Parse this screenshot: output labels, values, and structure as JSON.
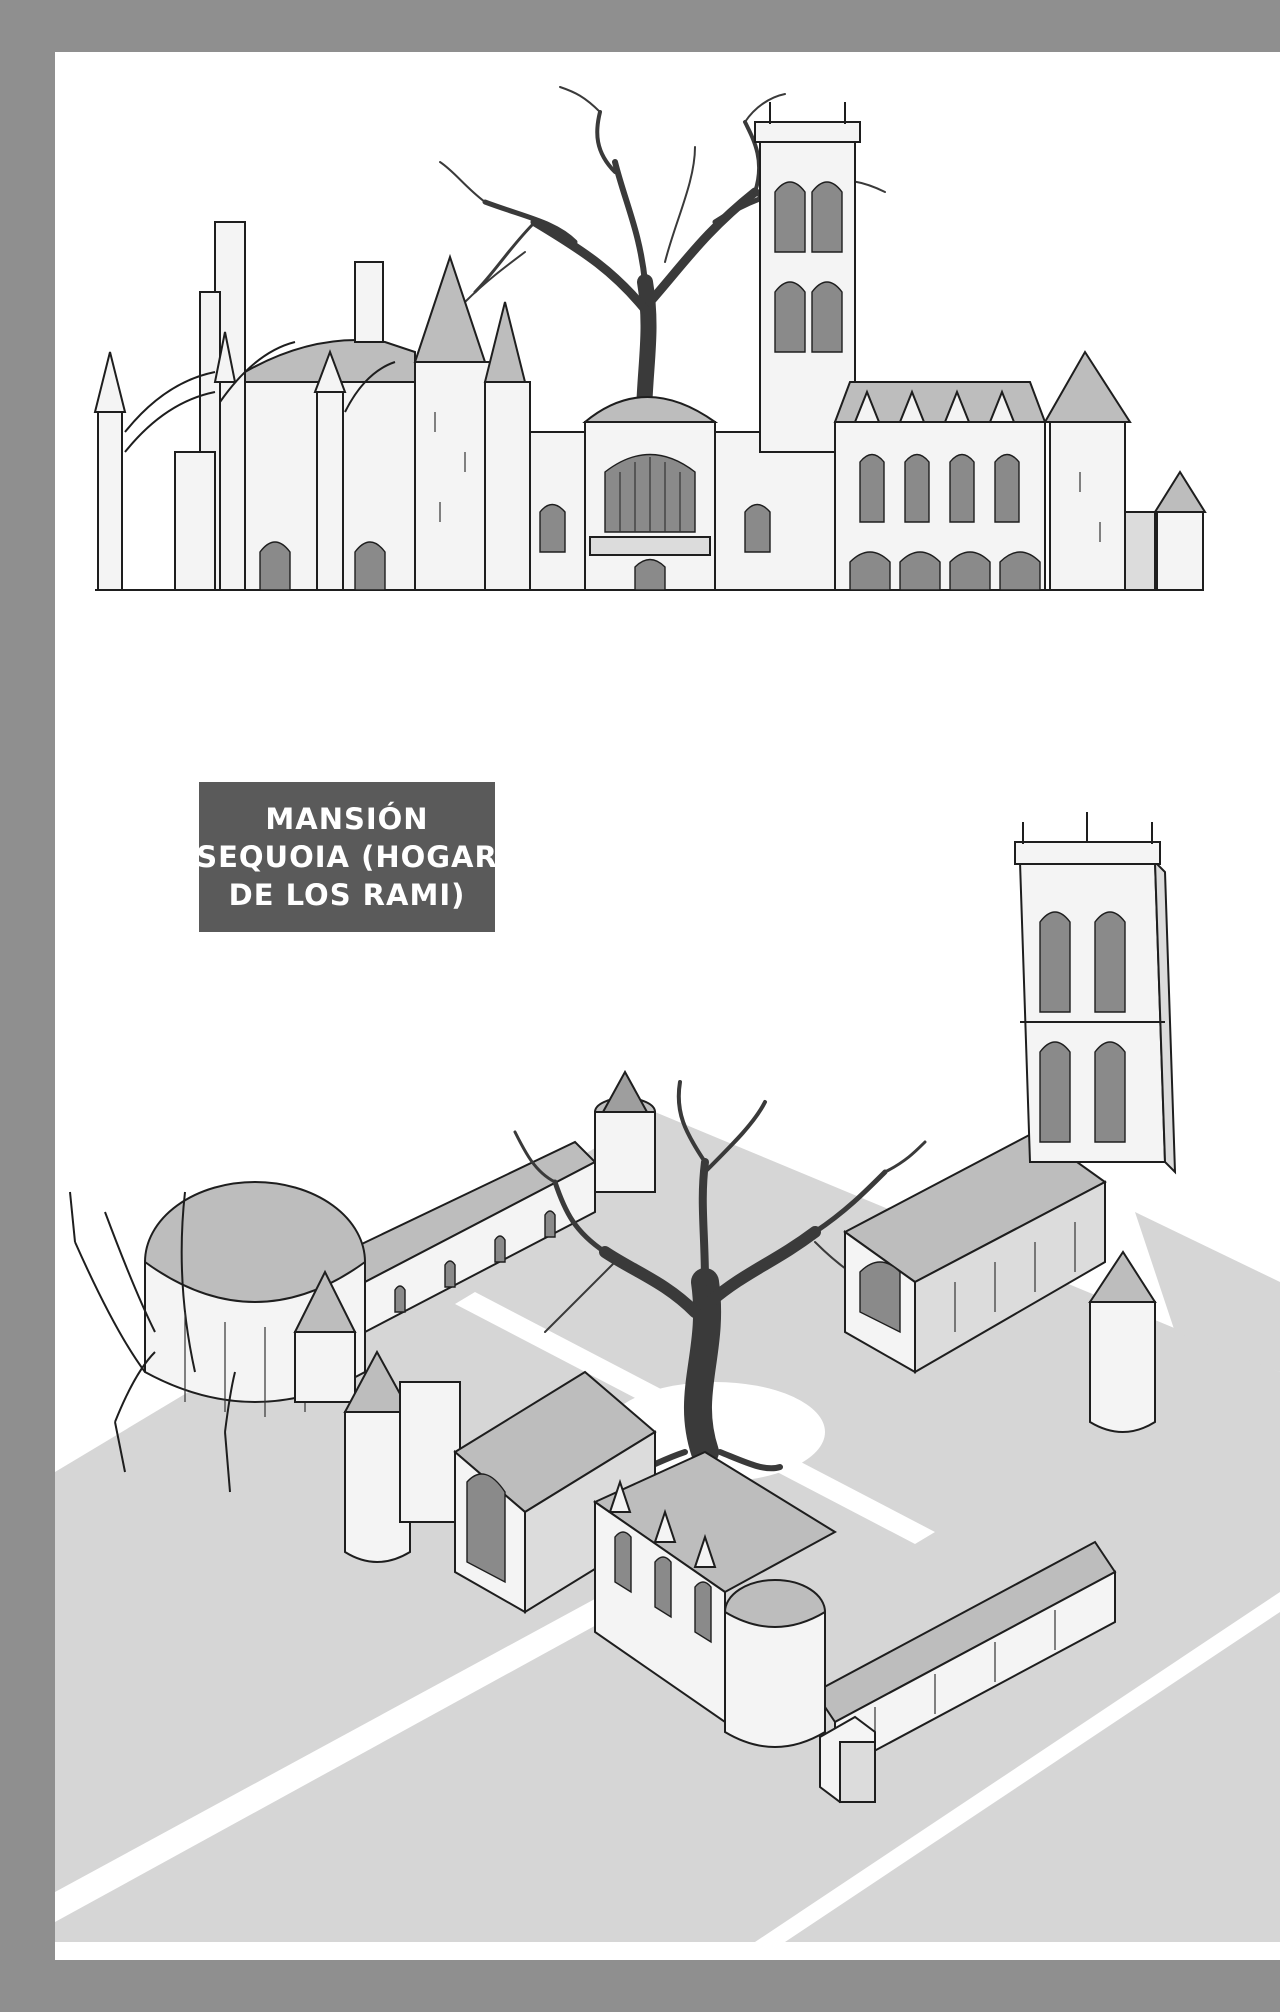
{
  "page": {
    "background_color": "#8f8f8f",
    "panel_color": "#ffffff"
  },
  "caption": {
    "lines": [
      "MANSIÓN",
      "SEQUOIA (HOGAR",
      "DE LOS RAMI)"
    ],
    "box_color": "#5a5a5a",
    "text_color": "#ffffff"
  },
  "illustrations": {
    "front_view_icon": "castle-elevation-drawing",
    "aerial_view_icon": "castle-aerial-drawing",
    "tree_icon": "bare-tree-icon"
  }
}
